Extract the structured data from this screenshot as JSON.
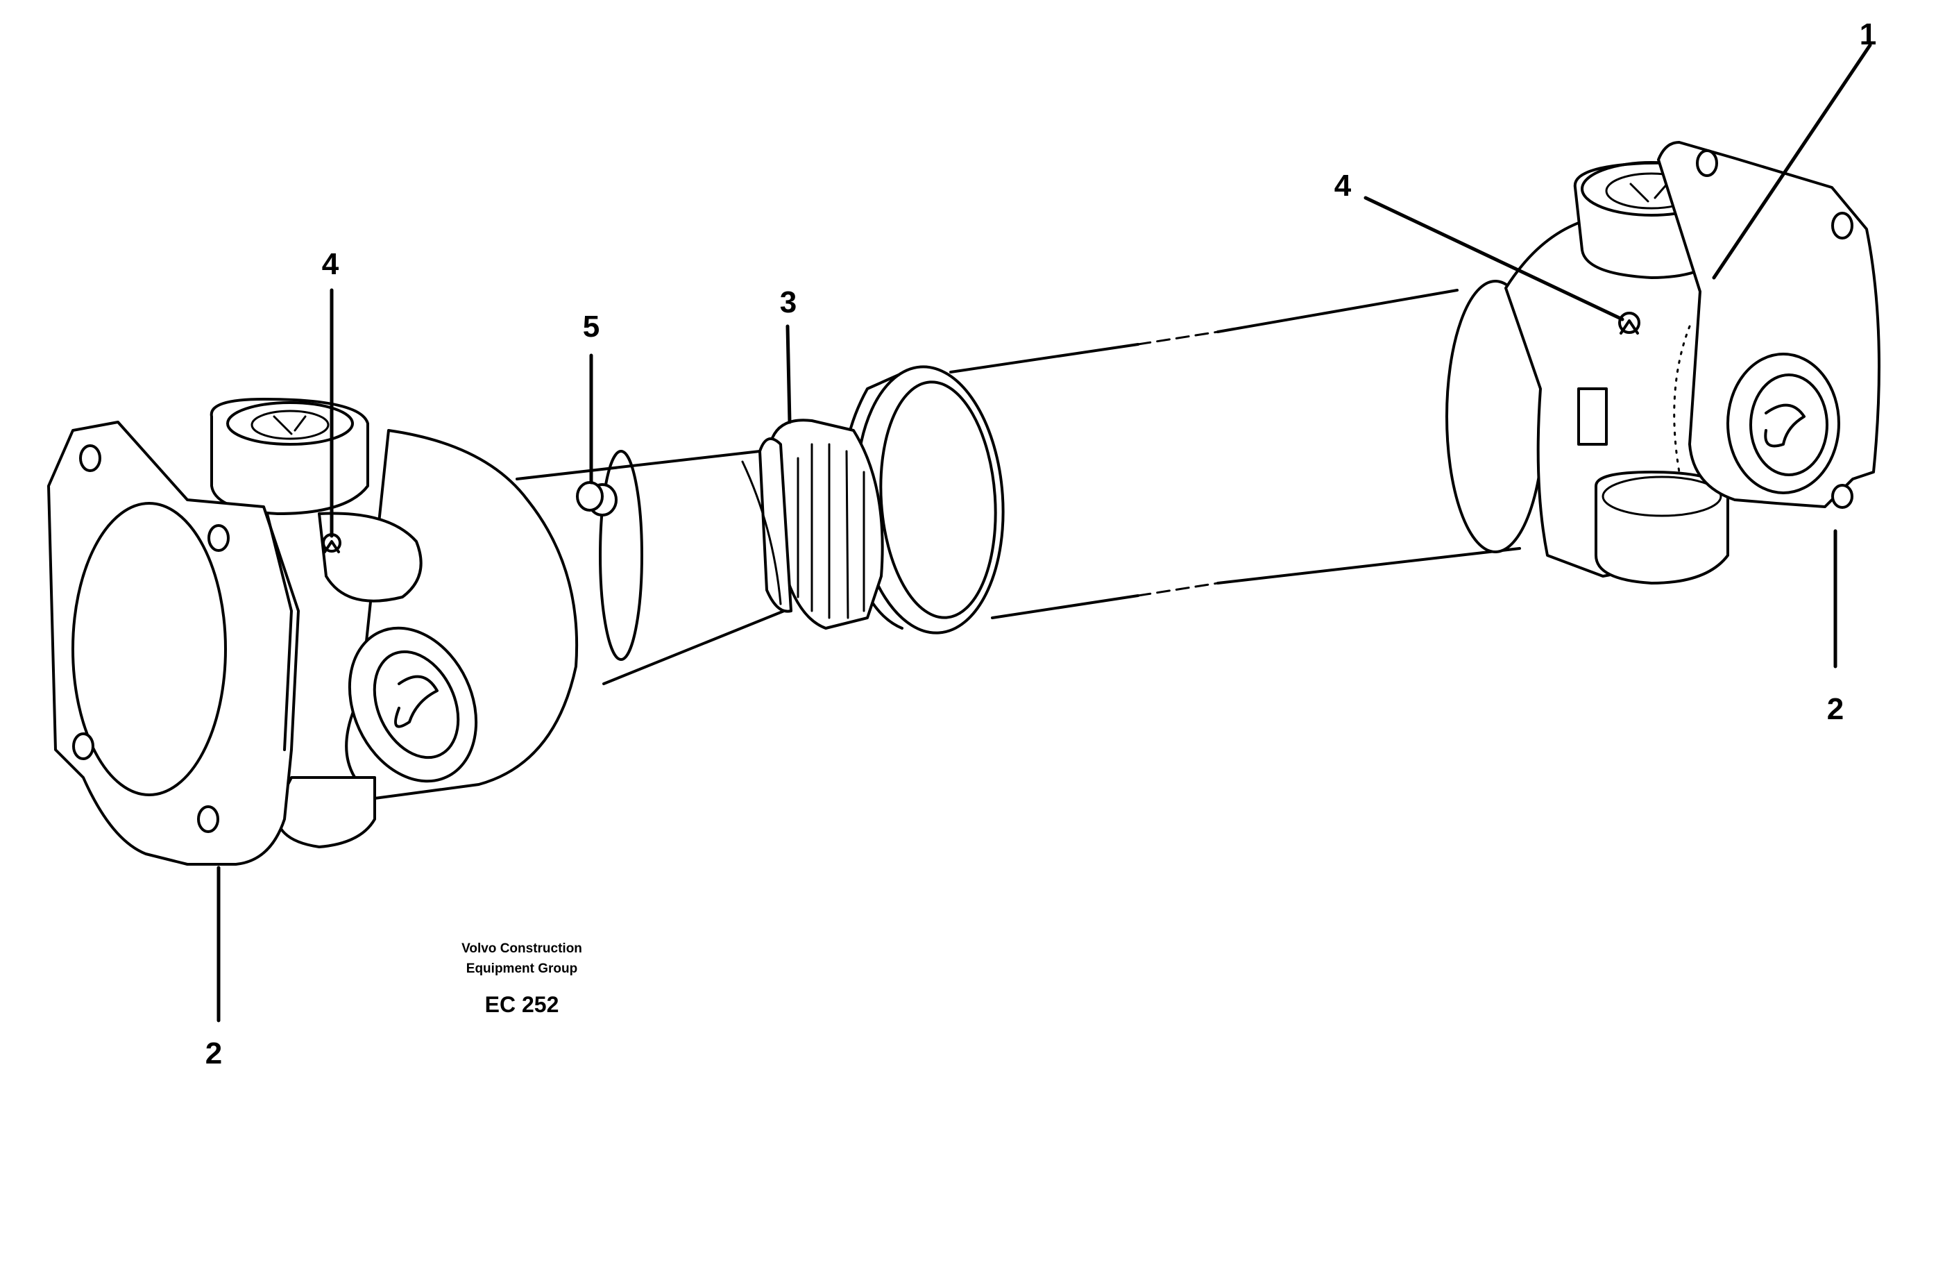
{
  "callouts": {
    "item_1": "1",
    "item_2_left": "2",
    "item_2_right": "2",
    "item_3": "3",
    "item_4_left": "4",
    "item_4_right": "4",
    "item_5": "5"
  },
  "credit": {
    "company_line1": "Volvo Construction",
    "company_line2": "Equipment Group",
    "code": "EC 252"
  }
}
